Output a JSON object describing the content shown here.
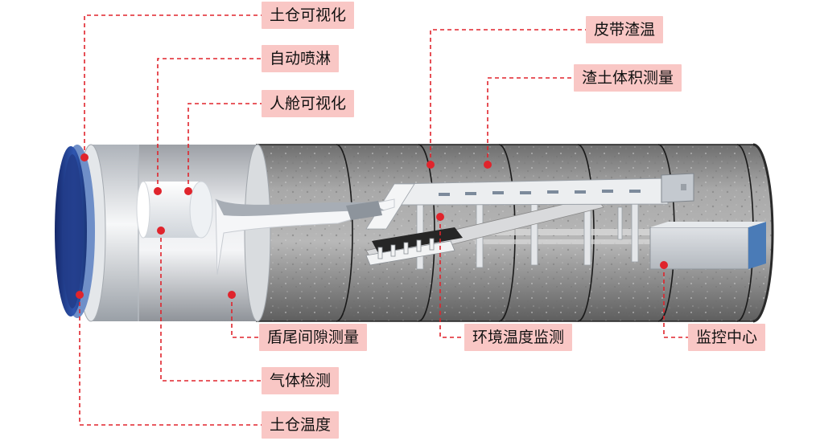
{
  "labels": {
    "soil_chamber_visual": "土仓可视化",
    "auto_spray": "自动喷淋",
    "man_lock_visual": "人舱可视化",
    "belt_temp": "皮带渣温",
    "muck_volume": "渣土体积测量",
    "shield_tail_gap": "盾尾间隙测量",
    "env_temp": "环境温度监测",
    "control_center": "监控中心",
    "gas_detect": "气体检测",
    "soil_chamber_temp": "土仓温度"
  },
  "colors": {
    "leader_line": "#e0242c",
    "label_bg": "#f9c7c5",
    "tunnel_wall": "#9a9a9a",
    "segment_ring": "#222222",
    "cutterhead": "#2d4fa0",
    "shield_body": "#cfd3d8",
    "control_box": "#c9cdd2",
    "control_box_side": "#4a7bb7"
  }
}
